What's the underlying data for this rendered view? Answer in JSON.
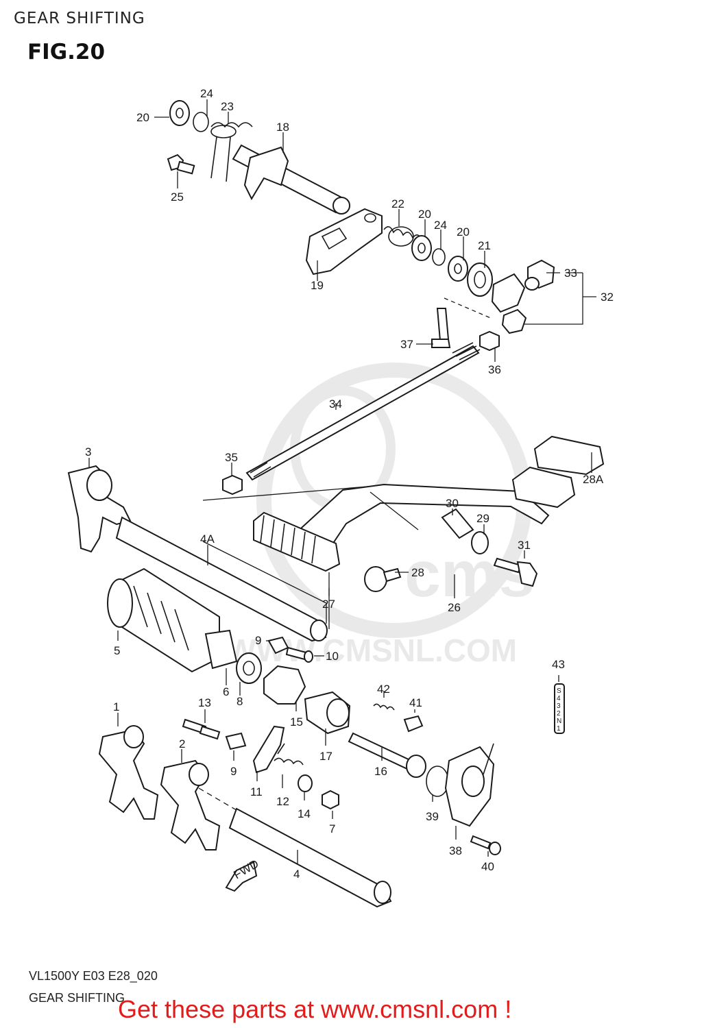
{
  "page": {
    "header": "GEAR SHIFTING",
    "figure": "FIG.20"
  },
  "watermark": {
    "text": "WWW.CMSNL.COM"
  },
  "part_numbers": {
    "p1": "1",
    "p2": "2",
    "p3": "3",
    "p4": "4",
    "p4a": "4A",
    "p5": "5",
    "p6": "6",
    "p7": "7",
    "p8": "8",
    "p9a": "9",
    "p9b": "9",
    "p10": "10",
    "p11": "11",
    "p12": "12",
    "p13": "13",
    "p14": "14",
    "p15": "15",
    "p16": "16",
    "p17": "17",
    "p18": "18",
    "p19": "19",
    "p20a": "20",
    "p20b": "20",
    "p20c": "20",
    "p21": "21",
    "p22": "22",
    "p23": "23",
    "p24a": "24",
    "p24b": "24",
    "p25": "25",
    "p26": "26",
    "p27": "27",
    "p28": "28",
    "p28a": "28A",
    "p29": "29",
    "p30": "30",
    "p31": "31",
    "p32": "32",
    "p33": "33",
    "p34": "34",
    "p35": "35",
    "p36": "36",
    "p37": "37",
    "p38": "38",
    "p39": "39",
    "p40": "40",
    "p41": "41",
    "p42": "42",
    "p43": "43"
  },
  "direction_arrow": "FWD",
  "label_43_stack": [
    "S",
    "4",
    "3",
    "2",
    "N",
    "1"
  ],
  "footer": {
    "model_code": "VL1500Y E03 E28_020",
    "section_name": "GEAR SHIFTING",
    "promo": "Get these parts at www.cmsnl.com !",
    "promo_color": "#e21b1b"
  }
}
